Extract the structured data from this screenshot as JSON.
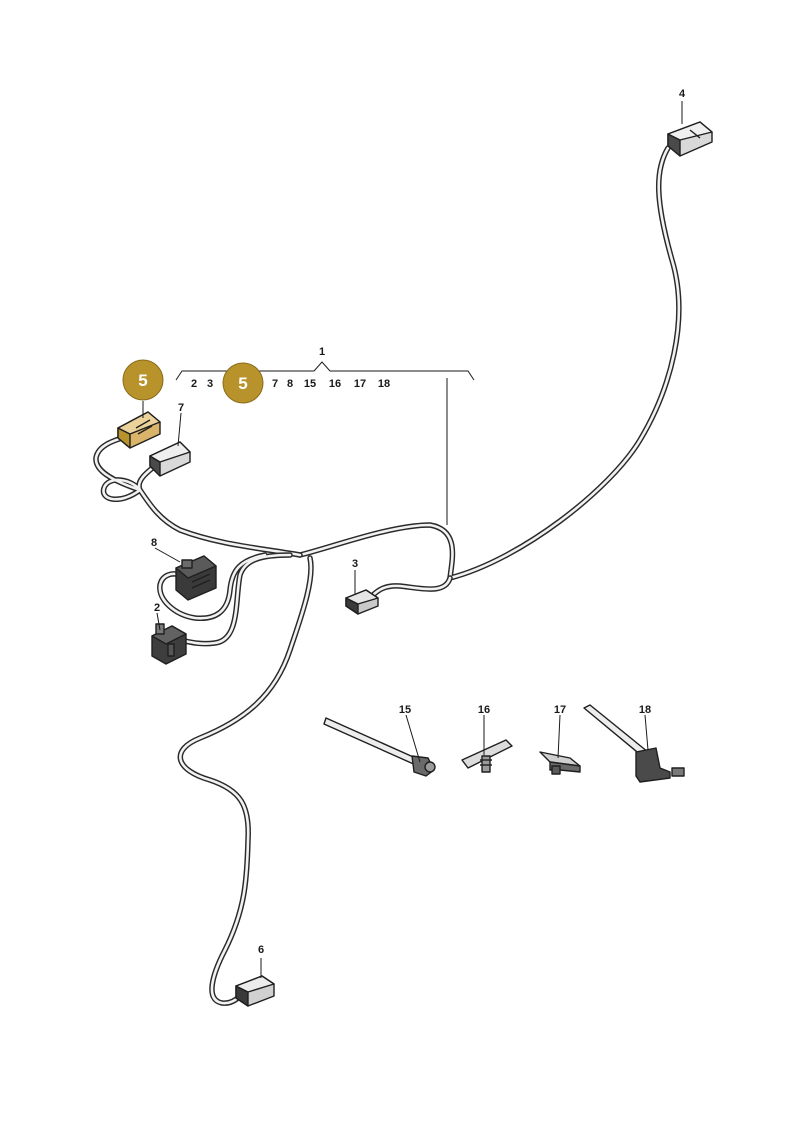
{
  "callouts": {
    "c1": "1",
    "c2": "2",
    "c3": "3",
    "c4": "4",
    "c6": "6",
    "c7": "7",
    "c8": "8",
    "c15": "15",
    "c16": "16",
    "c17": "17",
    "c18": "18"
  },
  "bracket_items": [
    "2",
    "3",
    "5",
    "7",
    "8",
    "15",
    "16",
    "17",
    "18"
  ],
  "highlight": {
    "number": "5",
    "color": "#b8922a"
  },
  "colors": {
    "wire": "#2a2a2a",
    "connector_dark": "#4a4a4a",
    "connector_light": "#d9d9d9",
    "highlight_part": "#d9b46a"
  }
}
